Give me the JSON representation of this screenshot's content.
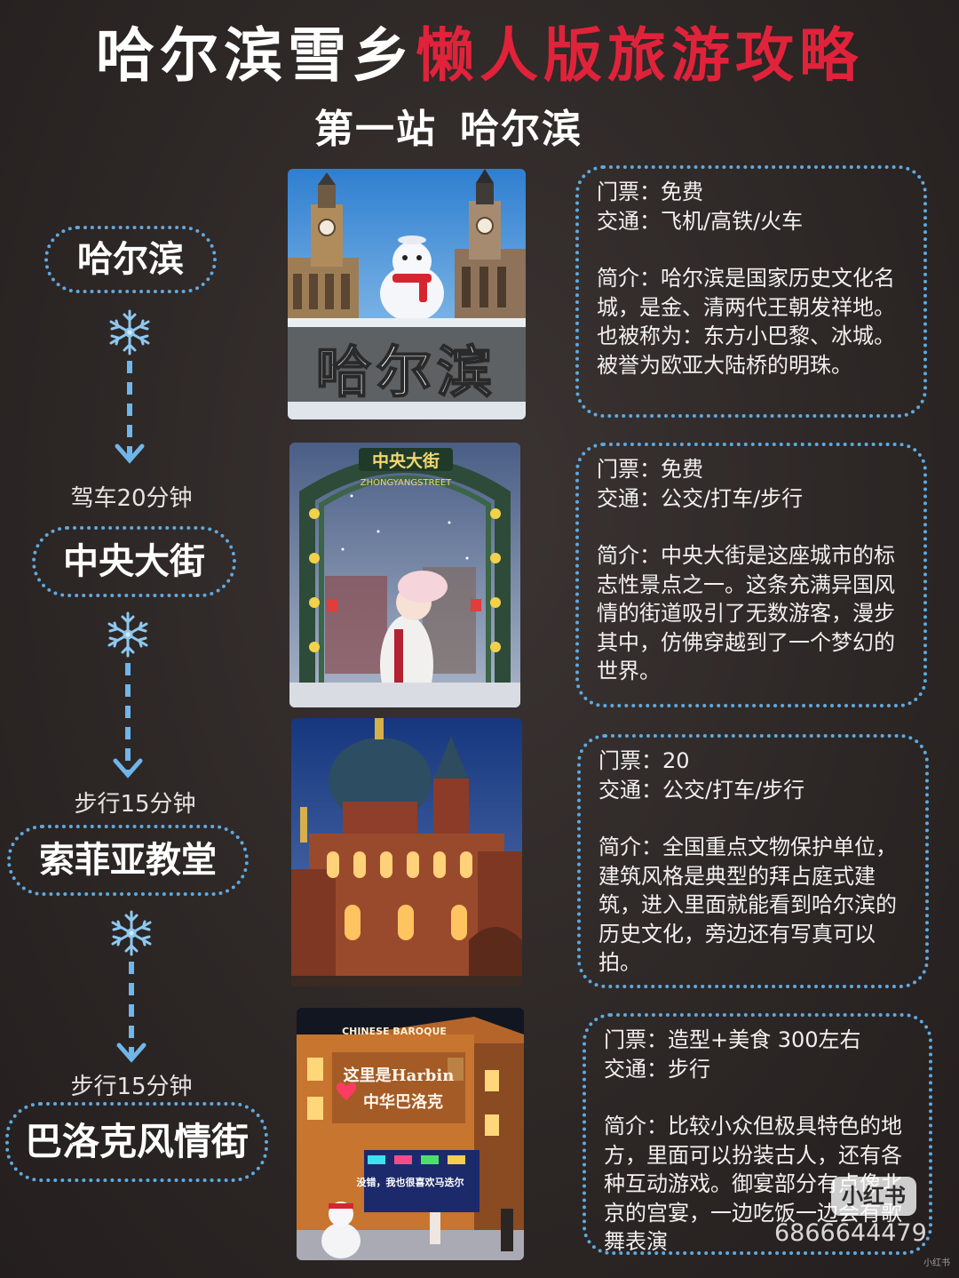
{
  "header": {
    "title_white": "哈尔滨雪乡",
    "title_red": "懒人版旅游攻略",
    "stage_label": "第一站",
    "stage_city": "哈尔滨"
  },
  "colors": {
    "background": "#2c2625",
    "accent_red": "#e0233a",
    "dotted_border": "#5fa9df",
    "text": "#ffffff"
  },
  "stops": [
    {
      "name": "哈尔滨",
      "ticket_label": "门票：",
      "ticket": "免费",
      "transport_label": "交通：",
      "transport": "飞机/高铁/火车",
      "intro_label": "简介：",
      "intro": "哈尔滨是国家历史文化名城，是金、清两代王朝发祥地。也被称为：东方小巴黎、冰城。被誉为欧亚大陆桥的明珠。",
      "photo_sign": "哈尔滨"
    },
    {
      "name": "中央大街",
      "travel_from_prev": "驾车20分钟",
      "ticket_label": "门票：",
      "ticket": "免费",
      "transport_label": "交通：",
      "transport": "公交/打车/步行",
      "intro_label": "简介：",
      "intro": "中央大街是这座城市的标志性景点之一。这条充满异国风情的街道吸引了无数游客，漫步其中，仿佛穿越到了一个梦幻的世界。",
      "photo_sign": "中央大街",
      "photo_sign_en": "ZHONGYANGSTREET"
    },
    {
      "name": "索菲亚教堂",
      "travel_from_prev": "步行15分钟",
      "ticket_label": "门票：",
      "ticket": "20",
      "transport_label": "交通：",
      "transport": "公交/打车/步行",
      "intro_label": "简介：",
      "intro": "全国重点文物保护单位，建筑风格是典型的拜占庭式建筑，进入里面就能看到哈尔滨的历史文化，旁边还有写真可以拍。"
    },
    {
      "name": "巴洛克风情街",
      "travel_from_prev": "步行15分钟",
      "ticket_label": "门票：",
      "ticket": "造型+美食 300左右",
      "transport_label": "交通：",
      "transport": "步行",
      "intro_label": "简介：",
      "intro": "比较小众但极具特色的地方，里面可以扮装古人，还有各种互动游戏。御宴部分有点像北京的宫宴，一边吃饭一边会有歌舞表演",
      "photo_sign_top": "CHINESE BAROQUE",
      "photo_sign_neon": "这里是Harbin",
      "photo_sign_neon2": "中华巴洛克",
      "photo_sign_bottom": "没错，我也很喜欢马迭尔"
    }
  ],
  "watermark": {
    "badge": "小红书",
    "post_id": "6866644479",
    "corner": "小红书"
  }
}
